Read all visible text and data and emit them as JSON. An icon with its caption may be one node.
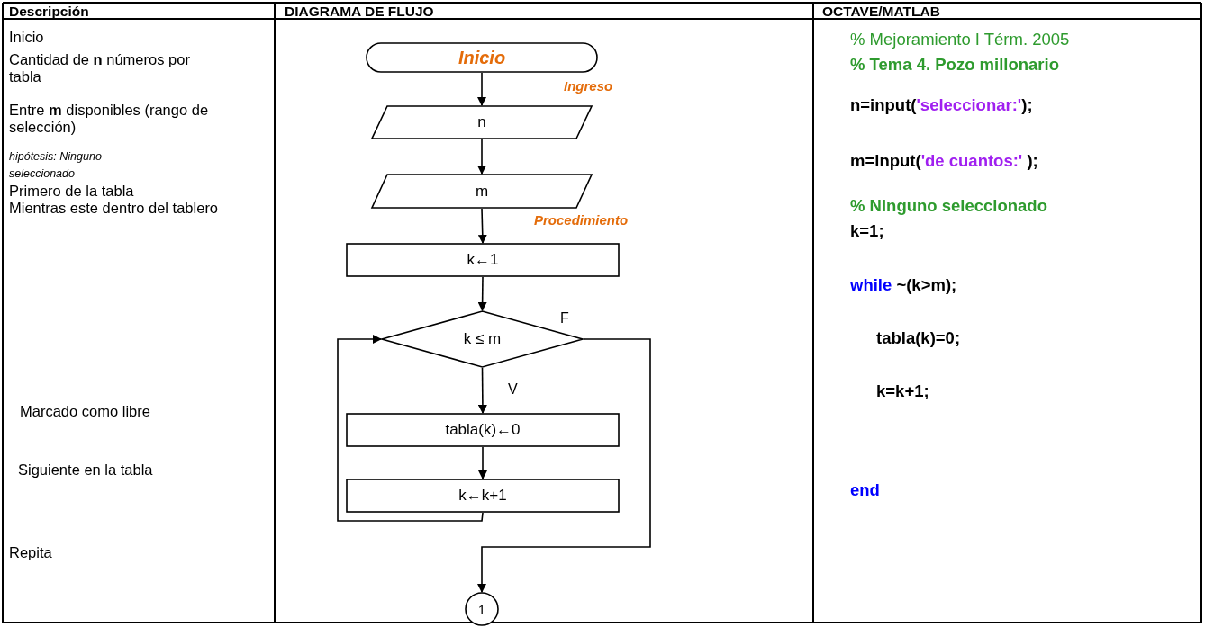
{
  "diagram": {
    "nodes": [
      {
        "text": [
          "Inicio"
        ]
      },
      {
        "text": [
          "n"
        ]
      },
      {
        "text": [
          "m"
        ]
      },
      {
        "text": [
          "k←1"
        ]
      },
      {
        "text": [
          "k ≤ m"
        ]
      },
      {
        "text": [
          "tabla(k)←0"
        ]
      },
      {
        "text": [
          "k←k+1"
        ]
      },
      {
        "text": [
          "1"
        ]
      }
    ],
    "edges": [
      {
        "from": 0,
        "to": 1,
        "arrow": "to"
      },
      {
        "from": 1,
        "to": 2,
        "arrow": "to"
      },
      {
        "from": 2,
        "to": 3,
        "arrow": "to"
      },
      {
        "from": 3,
        "to": 4,
        "arrow": "to"
      },
      {
        "from": 4,
        "to": 5,
        "arrow": "to",
        "label": "V"
      },
      {
        "from": 5,
        "to": 6,
        "arrow": "to"
      },
      {
        "from": 6,
        "to": 4,
        "arrow": "to"
      },
      {
        "from": 4,
        "to": 7,
        "arrow": "to",
        "label": "F"
      }
    ],
    "labels": [
      "Descripción",
      "DIAGRAMA DE FLUJO",
      "OCTAVE/MATLAB",
      "Inicio",
      "Cantidad de **n** números por tabla",
      "Entre **m** disponibles (rango de selección)",
      "hipótesis: Ninguno seleccionado",
      "Primero de la tabla",
      "Mientras este dentro del tablero",
      "Marcado como libre",
      "Siguiente en la tabla",
      "Repita",
      "Ingreso",
      "Procedimiento",
      "% Mejoramiento I Térm. 2005",
      "% Tema 4. Pozo millonario",
      "n=input(",
      "'seleccionar:'",
      ");",
      "m=input(",
      "'de cuantos:'",
      " );",
      "% Ninguno seleccionado",
      "k=1;",
      "while",
      " ~(k>m);",
      "tabla(k)=0;",
      "k=k+1;",
      "end"
    ]
  }
}
